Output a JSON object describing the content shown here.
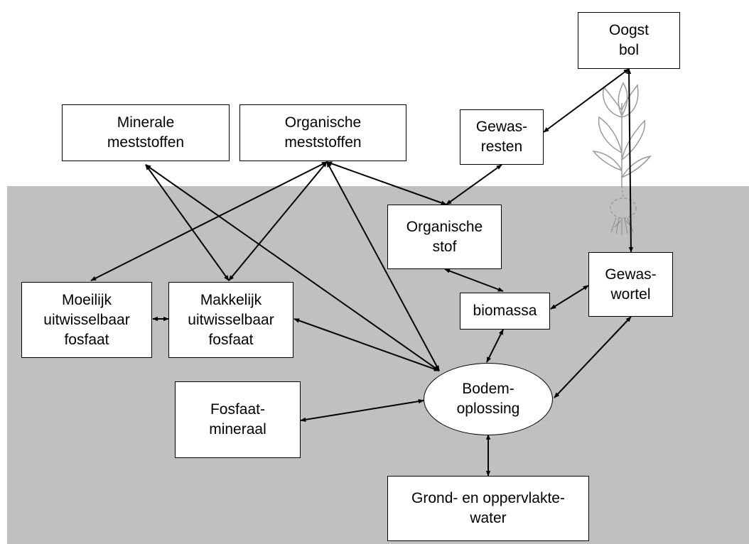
{
  "nodes": {
    "oogst_bol": "Oogst\nbol",
    "minerale_meststoffen": "Minerale\nmeststoffen",
    "organische_meststoffen": "Organische\nmeststoffen",
    "gewasresten": "Gewas-\nresten",
    "organische_stof": "Organische\nstof",
    "gewaswortel": "Gewas-\nwortel",
    "moeilijk_fosfaat": "Moeilijk\nuitwisselbaar\nfosfaat",
    "makkelijk_fosfaat": "Makkelijk\nuitwisselbaar\nfosfaat",
    "biomassa": "biomassa",
    "fosfaatmineraal": "Fosfaat-\nmineraal",
    "bodemoplossing": "Bodem-\noplossing",
    "grondwater": "Grond- en oppervlakte-\nwater"
  },
  "colors": {
    "soil": "#c0c0c0",
    "box_fill": "#ffffff",
    "line": "#000000",
    "plant": "#9a9a9a"
  }
}
